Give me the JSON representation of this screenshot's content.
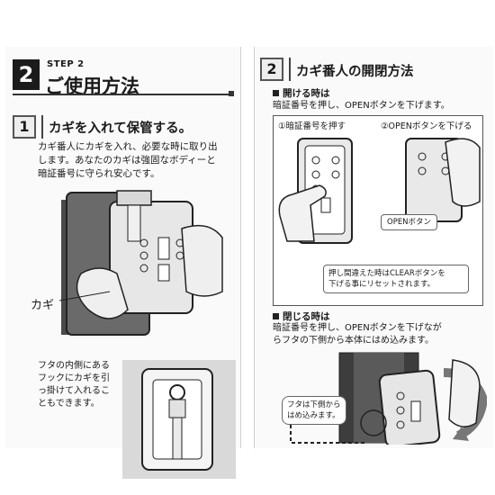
{
  "left": {
    "step_number": "2",
    "step_label": "STEP 2",
    "step_title": "ご使用方法",
    "section1": {
      "number": "1",
      "title": "カギを入れて保管する。",
      "body_lines": [
        "カギ番人にカギを入れ、必要な時に取り出",
        "します。あなたのカギは強固なボディーと",
        "暗証番号に守られ安心です。"
      ],
      "key_label": "カギ"
    },
    "hook_note_lines": [
      "フタの内側にある",
      "フックにカギを引",
      "っ掛けて入れるこ",
      "ともできます。"
    ]
  },
  "right": {
    "section2": {
      "number": "2",
      "title": "カギ番人の開閉方法"
    },
    "open": {
      "heading": "開ける時は",
      "body": "暗証番号を押し、OPENボタンを下げます。",
      "panel1_caption": "①暗証番号を押す",
      "panel2_caption": "②OPENボタンを下げる",
      "open_button_label": "OPENボタン",
      "clear_note_lines": [
        "押し間違えた時はCLEARボタンを",
        "下げる事にリセットされます。"
      ]
    },
    "close": {
      "heading": "閉じる時は",
      "body_lines": [
        "暗証番号を押し、OPENボタンを下げなが",
        "らフタの下側から本体にはめ込みます。"
      ],
      "note_lines": [
        "フタは下側から",
        "はめ込みます。"
      ]
    }
  }
}
